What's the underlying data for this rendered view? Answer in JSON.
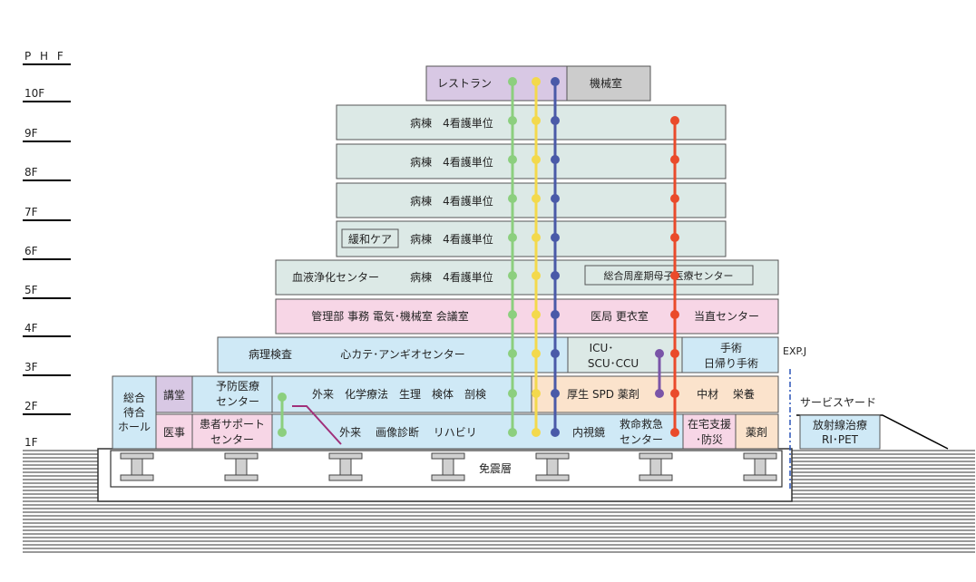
{
  "floors": {
    "phf": "P H F",
    "f10": "10F",
    "f9": "9F",
    "f8": "8F",
    "f7": "7F",
    "f6": "6F",
    "f5": "5F",
    "f4": "4F",
    "f3": "3F",
    "f2": "2F",
    "f1": "1F"
  },
  "rooms": {
    "restaurant": "レストラン",
    "machine_room_10f": "機械室",
    "ward_9f": "病棟　4看護単位",
    "ward_8f": "病棟　4看護単位",
    "ward_7f": "病棟　4看護単位",
    "palliative_care": "緩和ケア",
    "ward_6f": "病棟　4看護単位",
    "dialysis_center": "血液浄化センター",
    "ward_5f": "病棟　4看護単位",
    "perinatal_center": "総合周産期母子医療センター",
    "admin_4f": "管理部 事務 電気･機械室 会議室",
    "medical_office_4f": "医局 更衣室",
    "duty_center": "当直センター",
    "pathology": "病理検査",
    "cath_center": "心カテ･アンギオセンター",
    "icu_line1": "ICU･",
    "icu_line2": "SCU･CCU",
    "surgery_line1": "手術",
    "surgery_line2": "日帰り手術",
    "waiting_hall_line1": "総合",
    "waiting_hall_line2": "待合",
    "waiting_hall_line3": "ホール",
    "lecture_hall": "講堂",
    "preventive_line1": "予防医療",
    "preventive_line2": "センター",
    "outpatient_2f": "外来　化学療法　生理　検体　剖検",
    "pharmacy_2f": "厚生 SPD 薬剤",
    "supplies_2f": "中材　 栄養",
    "medical_affairs": "医事",
    "patient_support_line1": "患者サポート",
    "patient_support_line2": "センター",
    "outpatient_1f": "外来　 画像診断　 リハビリ",
    "endoscopy": "内視鏡",
    "emergency_line1": "救命救急",
    "emergency_line2": "センター",
    "home_care_line1": "在宅支援",
    "home_care_line2": "･防災",
    "pharmacy_1f": "薬剤",
    "radiotherapy_line1": "放射線治療",
    "radiotherapy_line2": "RI･PET"
  },
  "labels": {
    "seismic_isolation": "免震層",
    "expansion_joint": "EXP.J",
    "service_yard": "サービスヤード"
  },
  "colors": {
    "ward_green": "#dce9e6",
    "admin_pink": "#f7d6e6",
    "diagnostic_blue": "#cfe9f6",
    "service_orange": "#fbe3cc",
    "restaurant_purple": "#d8c8e4",
    "machine_gray": "#cccccc",
    "elevator_green": "#8ccf7e",
    "elevator_yellow": "#f3d94c",
    "elevator_blue": "#4a5aa8",
    "elevator_red": "#ea4a2b",
    "elevator_purple": "#7a55a8",
    "link_magenta": "#a0307a"
  }
}
